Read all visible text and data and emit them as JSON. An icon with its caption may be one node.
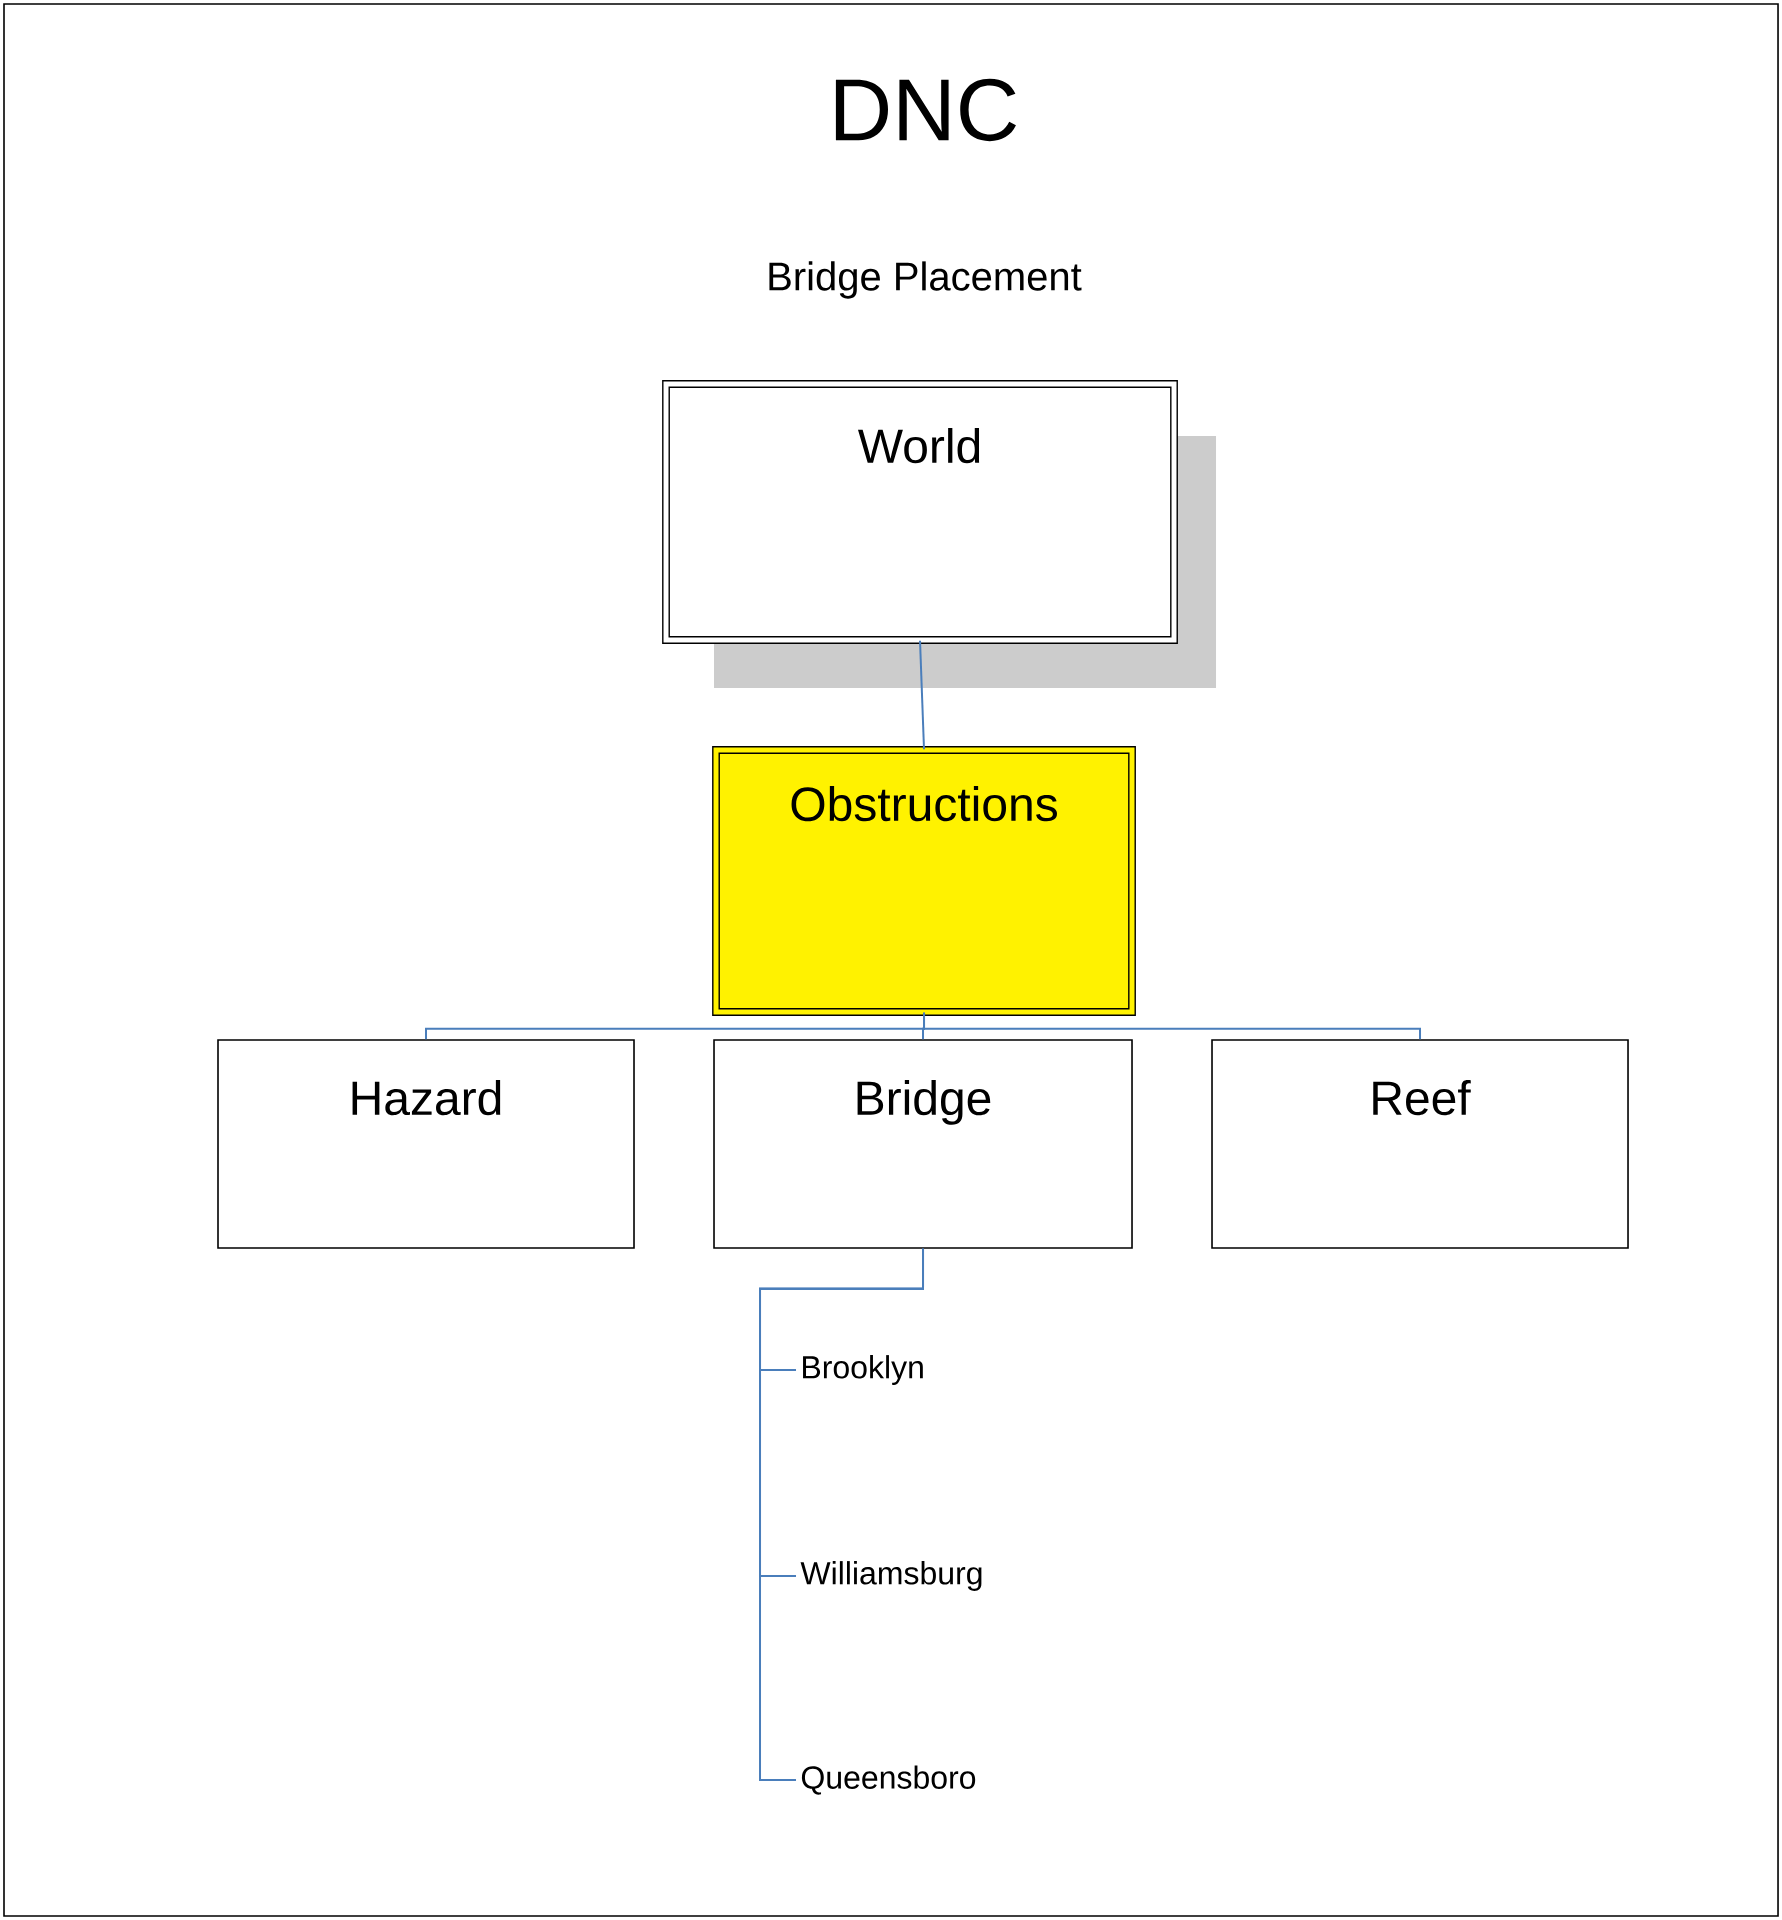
{
  "diagram": {
    "title": "DNC",
    "caption": "Bridge Placement",
    "nodes": [
      {
        "text": [
          "World"
        ]
      },
      {
        "text": [
          "Obstructions"
        ]
      },
      {
        "text": [
          "Hazard"
        ]
      },
      {
        "text": [
          "Bridge"
        ]
      },
      {
        "text": [
          "Reef"
        ]
      },
      {
        "text": [
          "Brooklyn"
        ]
      },
      {
        "text": [
          "Williamsburg"
        ]
      },
      {
        "text": [
          "Queensboro"
        ]
      }
    ],
    "edges": [
      {
        "from": 0,
        "to": 1,
        "arrow": "none"
      },
      {
        "from": 1,
        "to": 2,
        "arrow": "none"
      },
      {
        "from": 1,
        "to": 3,
        "arrow": "none"
      },
      {
        "from": 1,
        "to": 4,
        "arrow": "none"
      },
      {
        "from": 3,
        "to": 5,
        "arrow": "none"
      },
      {
        "from": 3,
        "to": 6,
        "arrow": "none"
      },
      {
        "from": 3,
        "to": 7,
        "arrow": "none"
      }
    ]
  }
}
